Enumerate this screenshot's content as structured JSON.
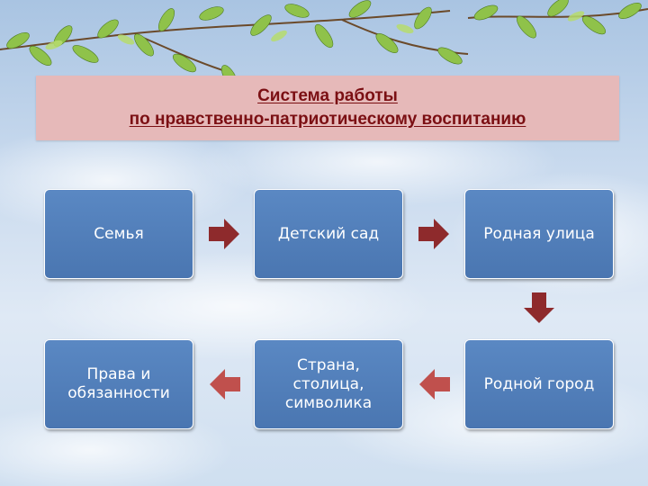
{
  "title": {
    "line1": "Система работы",
    "line2": "по нравственно-патриотическому воспитанию"
  },
  "nodes": [
    {
      "id": "family",
      "label": "Семья"
    },
    {
      "id": "kindergarten",
      "label": "Детский сад"
    },
    {
      "id": "home-street",
      "label": "Родная улица"
    },
    {
      "id": "home-city",
      "label": "Родной город"
    },
    {
      "id": "country",
      "label": "Страна,\nстолица,\nсимволика"
    },
    {
      "id": "rights",
      "label": "Права и\nобязанности"
    }
  ],
  "edges": [
    {
      "from": "family",
      "to": "kindergarten",
      "direction": "right"
    },
    {
      "from": "kindergarten",
      "to": "home-street",
      "direction": "right"
    },
    {
      "from": "home-street",
      "to": "home-city",
      "direction": "down"
    },
    {
      "from": "home-city",
      "to": "country",
      "direction": "left"
    },
    {
      "from": "country",
      "to": "rights",
      "direction": "left"
    }
  ],
  "colors": {
    "node_fill": "#4f7ebb",
    "node_border": "#ffffff",
    "arrow_dark": "#8e2a2c",
    "arrow_light": "#c0504d",
    "title_fill": "#e6b9b9",
    "title_text": "#7b0f13"
  }
}
